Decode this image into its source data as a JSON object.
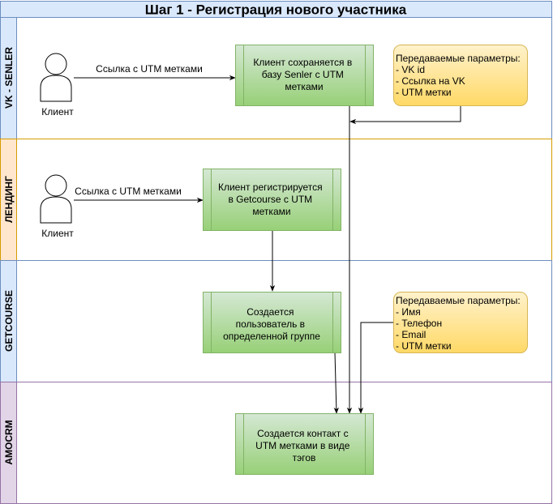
{
  "title": "Шаг 1 - Регистрация нового участника",
  "lanes": [
    {
      "label": "VK - SENLER",
      "fill": "#dae8fc",
      "stroke": "#6c8ebf"
    },
    {
      "label": "ЛЕНДИНГ",
      "fill": "#ffe6cc",
      "stroke": "#d79b00"
    },
    {
      "label": "GETCOURSE",
      "fill": "#dae8fc",
      "stroke": "#6c8ebf"
    },
    {
      "label": "AMOCRM",
      "fill": "#e1d5e7",
      "stroke": "#9673a6"
    }
  ],
  "actors": [
    {
      "label": "Клиент"
    },
    {
      "label": "Клиент"
    }
  ],
  "edge_labels": [
    "Ссылка с UTM метками",
    "Ссылка с UTM метками"
  ],
  "processes": [
    {
      "lines": [
        "Клиент сохраняется в",
        "базу Senler с UTM",
        "метками"
      ]
    },
    {
      "lines": [
        "Клиент регистрируется",
        "в Getcourse с UTM",
        "метками"
      ]
    },
    {
      "lines": [
        "Создается",
        "пользователь в",
        "определенной группе"
      ]
    },
    {
      "lines": [
        "Создается контакт с",
        "UTM метками в виде",
        "тэгов"
      ]
    }
  ],
  "notes": [
    {
      "lines": [
        "Передаваемые параметры:",
        "- VK id",
        "- Ссылка на VK",
        "- UTM метки"
      ]
    },
    {
      "lines": [
        "Передаваемые параметры:",
        "- Имя",
        "- Телефон",
        "- Email",
        "- UTM метки"
      ]
    }
  ],
  "colors": {
    "title_fill": "#dae8fc",
    "process_fill": "#d5e8d4",
    "process_fill_dark": "#97d077",
    "process_stroke": "#82b366",
    "note_fill": "#fff2cc",
    "note_fill_dark": "#ffd966",
    "note_stroke": "#d6b656",
    "line": "#000000"
  }
}
